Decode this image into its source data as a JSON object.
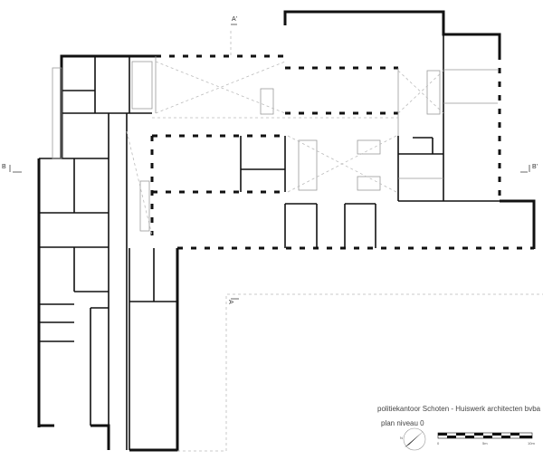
{
  "drawing": {
    "title": "politiekantoor Schoten - Huiswerk architecten bvba",
    "subtitle": "plan niveau 0"
  },
  "section_markers": {
    "a_top": "A'",
    "a_bottom": "A",
    "b_left": "B",
    "b_right": "B'"
  },
  "scale_bar": {
    "labels": [
      "0",
      "5m",
      "10m"
    ]
  },
  "north_arrow": {
    "label": "N"
  }
}
